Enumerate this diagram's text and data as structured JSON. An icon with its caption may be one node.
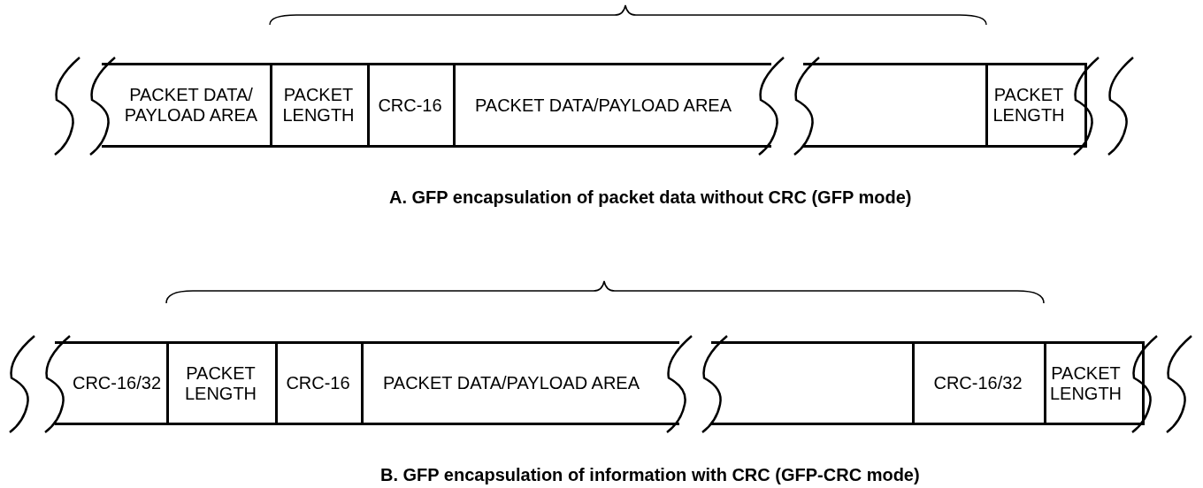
{
  "diagram": {
    "nodes": [
      {
        "text": [
          "PACKET DATA/ PAYLOAD AREA"
        ]
      },
      {
        "text": [
          "PACKET LENGTH"
        ]
      },
      {
        "text": [
          "CRC-16"
        ]
      },
      {
        "text": [
          "PACKET DATA/PAYLOAD AREA"
        ]
      },
      {
        "text": [],
        "shape": "box"
      },
      {
        "text": [
          "PACKET LENGTH"
        ]
      },
      {
        "text": [
          "CRC-16/32"
        ]
      },
      {
        "text": [
          "PACKET LENGTH"
        ]
      },
      {
        "text": [
          "CRC-16"
        ]
      },
      {
        "text": [
          "PACKET DATA/PAYLOAD AREA"
        ]
      },
      {
        "text": [],
        "shape": "box"
      },
      {
        "text": [
          "CRC-16/32"
        ]
      },
      {
        "text": [
          "PACKET LENGTH"
        ]
      }
    ],
    "edges": [],
    "labels": [
      "A. GFP encapsulation of packet data without CRC (GFP mode)",
      "B. GFP encapsulation of information with CRC (GFP-CRC mode)"
    ]
  }
}
